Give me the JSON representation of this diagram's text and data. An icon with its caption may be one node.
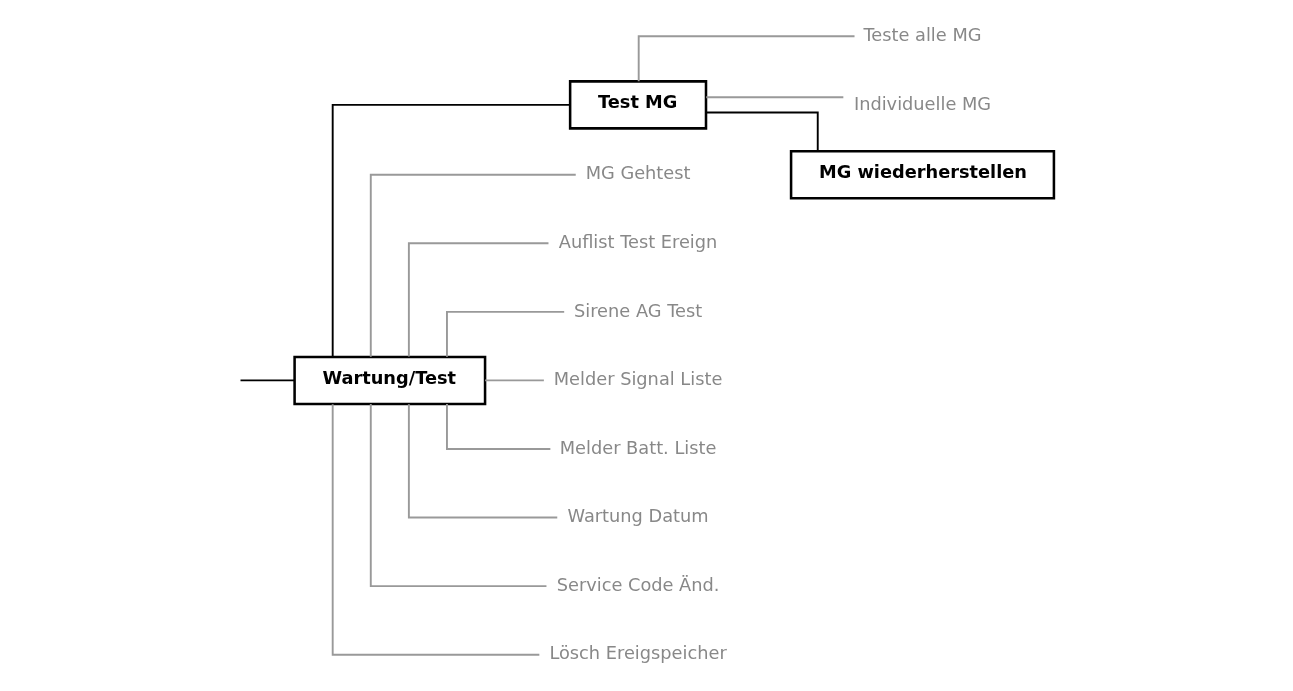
{
  "diagram": {
    "nodes": [
      {
        "text": [
          "Wartung/Test"
        ]
      },
      {
        "text": [
          "Test MG"
        ]
      },
      {
        "text": [
          "Teste alle MG"
        ]
      },
      {
        "text": [
          "Individuelle MG"
        ]
      },
      {
        "text": [
          "MG wiederherstellen"
        ]
      },
      {
        "text": [
          "MG Gehtest"
        ]
      },
      {
        "text": [
          "Auflist Test Ereign"
        ]
      },
      {
        "text": [
          "Sirene AG Test"
        ]
      },
      {
        "text": [
          "Melder Signal Liste"
        ]
      },
      {
        "text": [
          "Melder Batt. Liste"
        ]
      },
      {
        "text": [
          "Wartung Datum"
        ]
      },
      {
        "text": [
          "Service Code Änd."
        ]
      },
      {
        "text": [
          "Lösch Ereigspeicher"
        ]
      }
    ],
    "edges": [
      {
        "from": null,
        "to": 0,
        "arrow": "none",
        "color": "#000000"
      },
      {
        "from": 0,
        "to": 1,
        "arrow": "none",
        "color": "#000000"
      },
      {
        "from": 1,
        "to": 2,
        "arrow": "none",
        "color": "#999999"
      },
      {
        "from": 1,
        "to": 3,
        "arrow": "none",
        "color": "#999999"
      },
      {
        "from": 1,
        "to": 4,
        "arrow": "none",
        "color": "#000000"
      },
      {
        "from": 0,
        "to": 5,
        "arrow": "none",
        "color": "#999999"
      },
      {
        "from": 0,
        "to": 6,
        "arrow": "none",
        "color": "#999999"
      },
      {
        "from": 0,
        "to": 7,
        "arrow": "none",
        "color": "#999999"
      },
      {
        "from": 0,
        "to": 8,
        "arrow": "none",
        "color": "#999999"
      },
      {
        "from": 0,
        "to": 9,
        "arrow": "none",
        "color": "#999999"
      },
      {
        "from": 0,
        "to": 10,
        "arrow": "none",
        "color": "#999999"
      },
      {
        "from": 0,
        "to": 11,
        "arrow": "none",
        "color": "#999999"
      },
      {
        "from": 0,
        "to": 12,
        "arrow": "none",
        "color": "#999999"
      }
    ]
  }
}
